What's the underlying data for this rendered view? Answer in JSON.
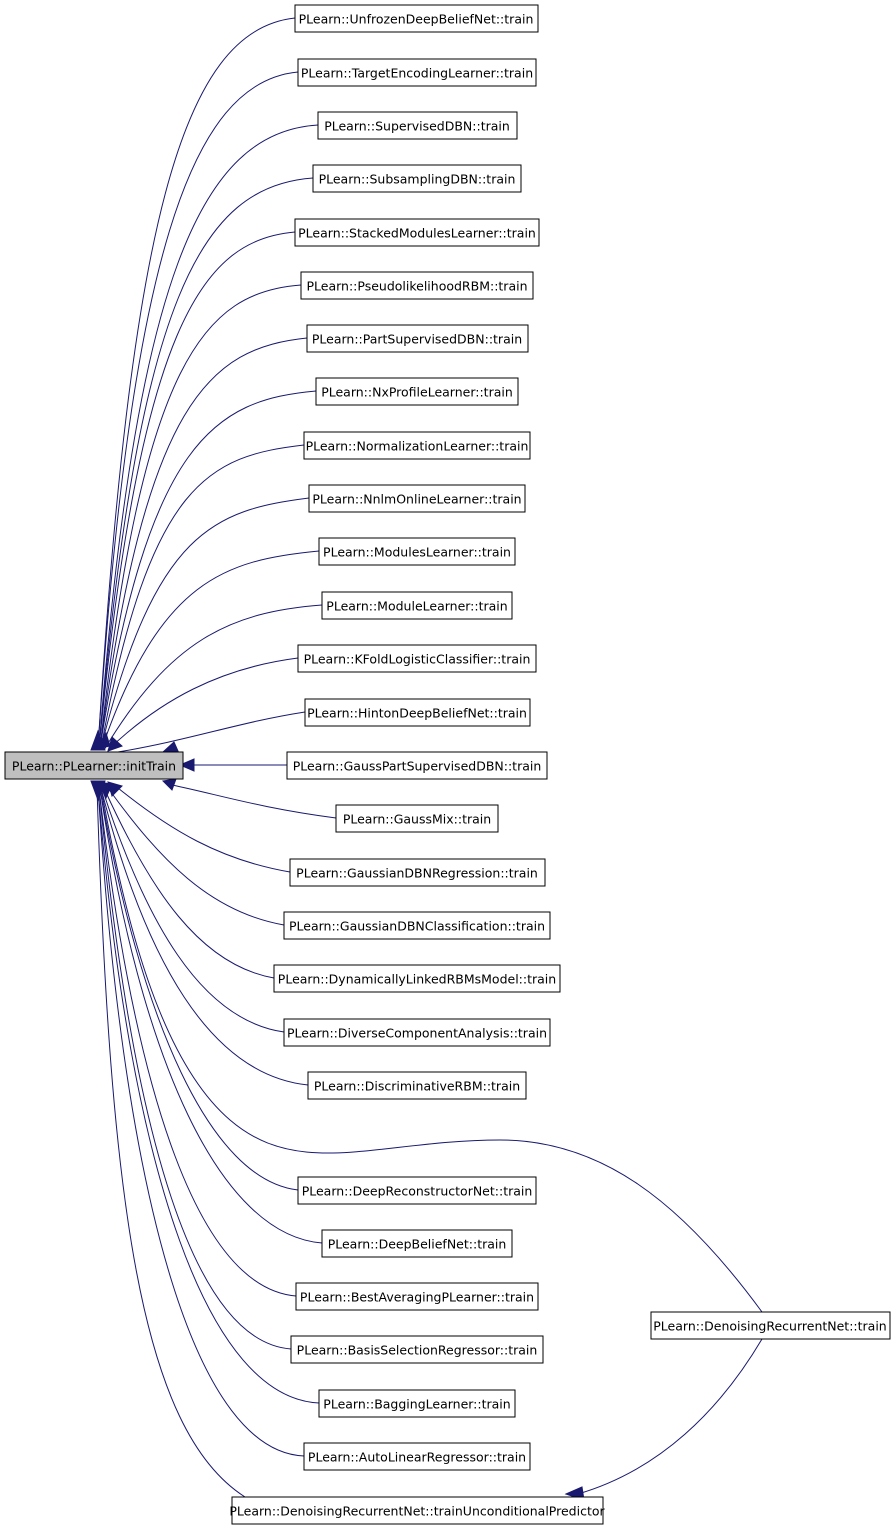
{
  "diagram": {
    "type": "call-graph",
    "root": "PLearn::PLearner::initTrain",
    "nodes": [
      "PLearn::UnfrozenDeepBeliefNet::train",
      "PLearn::TargetEncodingLearner::train",
      "PLearn::SupervisedDBN::train",
      "PLearn::SubsamplingDBN::train",
      "PLearn::StackedModulesLearner::train",
      "PLearn::PseudolikelihoodRBM::train",
      "PLearn::PartSupervisedDBN::train",
      "PLearn::NxProfileLearner::train",
      "PLearn::NormalizationLearner::train",
      "PLearn::NnlmOnlineLearner::train",
      "PLearn::ModulesLearner::train",
      "PLearn::ModuleLearner::train",
      "PLearn::KFoldLogisticClassifier::train",
      "PLearn::HintonDeepBeliefNet::train",
      "PLearn::GaussPartSupervisedDBN::train",
      "PLearn::GaussMix::train",
      "PLearn::GaussianDBNRegression::train",
      "PLearn::GaussianDBNClassification::train",
      "PLearn::DynamicallyLinkedRBMsModel::train",
      "PLearn::DiverseComponentAnalysis::train",
      "PLearn::DiscriminativeRBM::train",
      "PLearn::DeepReconstructorNet::train",
      "PLearn::DeepBeliefNet::train",
      "PLearn::BestAveragingPLearner::train",
      "PLearn::BasisSelectionRegressor::train",
      "PLearn::BaggingLearner::train",
      "PLearn::AutoLinearRegressor::train",
      "PLearn::DenoisingRecurrentNet::trainUnconditionalPredictor"
    ],
    "extra_node": "PLearn::DenoisingRecurrentNet::train",
    "colors": {
      "edge": "#191970",
      "node_border": "#000000",
      "root_fill": "#bfbfbf",
      "node_fill": "#ffffff"
    }
  }
}
